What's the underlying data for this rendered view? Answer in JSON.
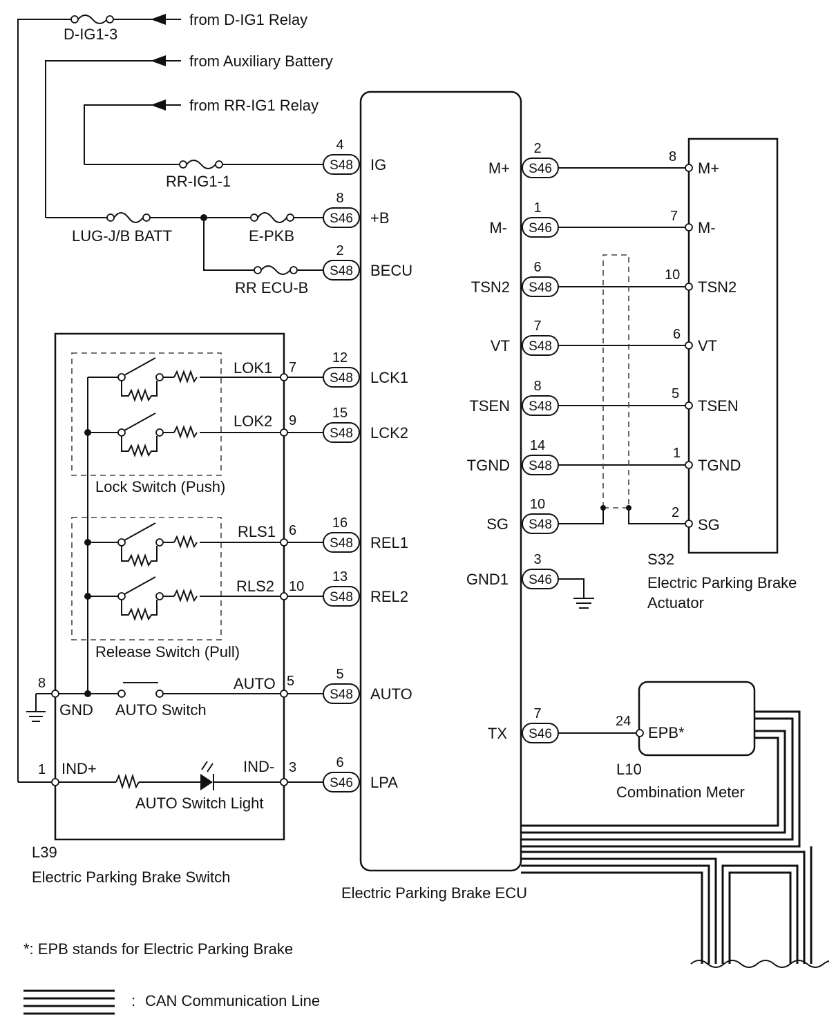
{
  "sources": {
    "d_ig1_relay": "from D-IG1 Relay",
    "aux_battery": "from Auxiliary Battery",
    "rr_ig1_relay": "from RR-IG1 Relay"
  },
  "fuses": {
    "d_ig1_3": "D-IG1-3",
    "rr_ig1_1": "RR-IG1-1",
    "lug_jb_batt": "LUG-J/B BATT",
    "e_pkb": "E-PKB",
    "rr_ecu_b": "RR ECU-B"
  },
  "ecu": {
    "name": "Electric Parking Brake ECU",
    "left_pins": [
      {
        "num": "4",
        "conn": "S48",
        "name": "IG"
      },
      {
        "num": "8",
        "conn": "S46",
        "name": "+B"
      },
      {
        "num": "2",
        "conn": "S48",
        "name": "BECU"
      },
      {
        "num": "12",
        "conn": "S48",
        "name": "LCK1"
      },
      {
        "num": "15",
        "conn": "S48",
        "name": "LCK2"
      },
      {
        "num": "16",
        "conn": "S48",
        "name": "REL1"
      },
      {
        "num": "13",
        "conn": "S48",
        "name": "REL2"
      },
      {
        "num": "5",
        "conn": "S48",
        "name": "AUTO"
      },
      {
        "num": "6",
        "conn": "S46",
        "name": "LPA"
      }
    ],
    "right_pins": [
      {
        "num": "2",
        "conn": "S46",
        "name": "M+"
      },
      {
        "num": "1",
        "conn": "S46",
        "name": "M-"
      },
      {
        "num": "6",
        "conn": "S48",
        "name": "TSN2"
      },
      {
        "num": "7",
        "conn": "S48",
        "name": "VT"
      },
      {
        "num": "8",
        "conn": "S48",
        "name": "TSEN"
      },
      {
        "num": "14",
        "conn": "S48",
        "name": "TGND"
      },
      {
        "num": "10",
        "conn": "S48",
        "name": "SG"
      },
      {
        "num": "3",
        "conn": "S46",
        "name": "GND1"
      },
      {
        "num": "7",
        "conn": "S46",
        "name": "TX"
      }
    ]
  },
  "actuator": {
    "code": "S32",
    "name_line1": "Electric Parking Brake",
    "name_line2": "Actuator",
    "pins": [
      {
        "num": "8",
        "name": "M+"
      },
      {
        "num": "7",
        "name": "M-"
      },
      {
        "num": "10",
        "name": "TSN2"
      },
      {
        "num": "6",
        "name": "VT"
      },
      {
        "num": "5",
        "name": "TSEN"
      },
      {
        "num": "1",
        "name": "TGND"
      },
      {
        "num": "2",
        "name": "SG"
      }
    ]
  },
  "switch": {
    "code": "L39",
    "name": "Electric Parking Brake Switch",
    "lock_group": "Lock Switch (Push)",
    "release_group": "Release Switch (Pull)",
    "auto_switch": "AUTO Switch",
    "auto_light": "AUTO Switch Light",
    "gnd_label": "GND",
    "gnd_pin": "8",
    "lines": [
      {
        "name": "LOK1",
        "pin": "7"
      },
      {
        "name": "LOK2",
        "pin": "9"
      },
      {
        "name": "RLS1",
        "pin": "6"
      },
      {
        "name": "RLS2",
        "pin": "10"
      },
      {
        "name": "AUTO",
        "pin": "5"
      }
    ],
    "ind_plus": {
      "name": "IND+",
      "pin": "1"
    },
    "ind_minus": {
      "name": "IND-",
      "pin": "3"
    }
  },
  "meter": {
    "code": "L10",
    "name": "Combination Meter",
    "pin_num": "24",
    "pin_name": "EPB*"
  },
  "footnote": "*: EPB stands for Electric Parking Brake",
  "legend": {
    "separator": ":",
    "can_label": "CAN Communication Line"
  }
}
